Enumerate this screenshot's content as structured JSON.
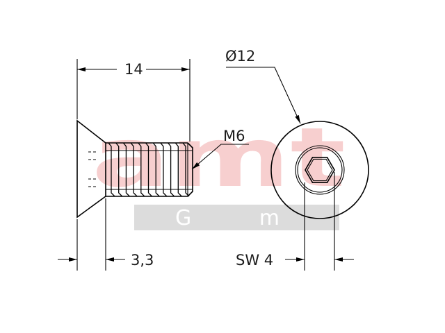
{
  "watermark": {
    "logo": "amt",
    "sub": "G m b H",
    "logo_color": "#f7cfcf",
    "band_color": "#dcdcdc"
  },
  "dimensions": {
    "length": "14",
    "head_diameter": "Ø12",
    "thread": "M6",
    "head_height": "3,3",
    "socket": "SW 4"
  }
}
